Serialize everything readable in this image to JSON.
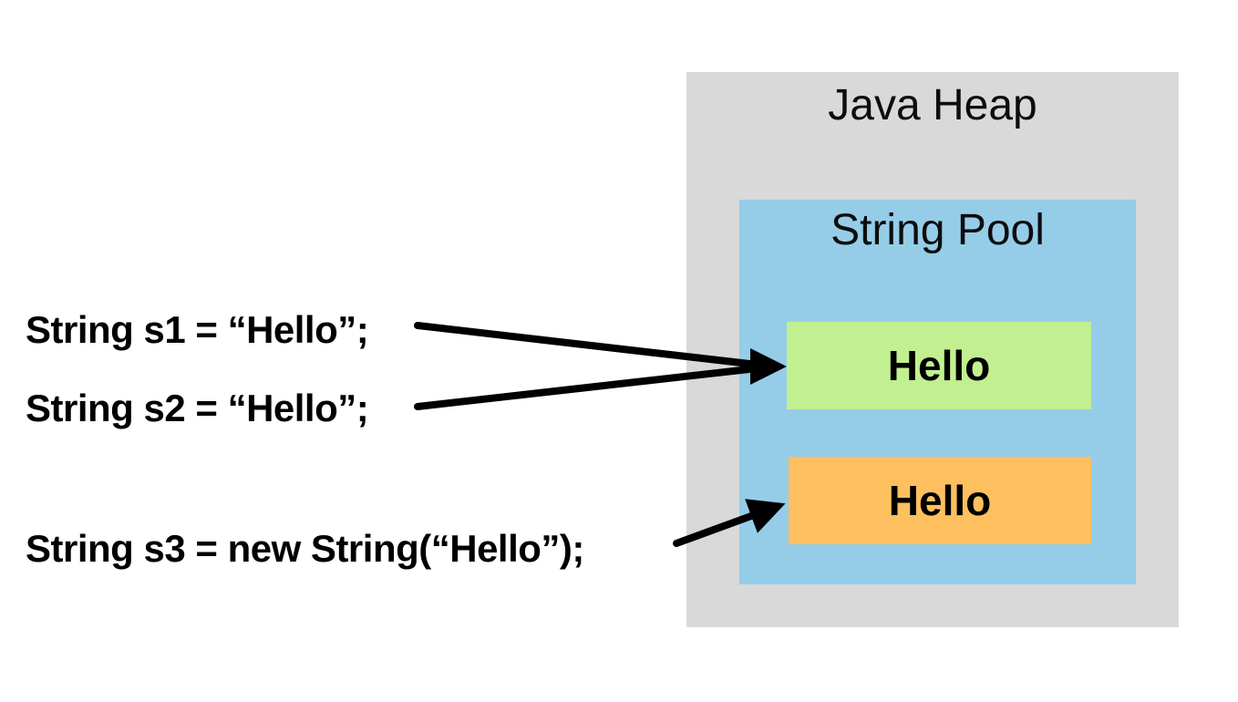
{
  "canvas": {
    "background": "#ffffff"
  },
  "code": {
    "text_color": "#000000",
    "lines": [
      {
        "id": "s1",
        "text": "String s1 = “Hello”;"
      },
      {
        "id": "s2",
        "text": "String s2 = “Hello”;"
      },
      {
        "id": "s3",
        "text": "String s3 = new String(“Hello”);"
      }
    ]
  },
  "heap": {
    "title": "Java Heap",
    "fill": "#d9d9d9"
  },
  "string_pool": {
    "title": "String Pool",
    "fill": "#95cde8",
    "objects": [
      {
        "id": "pooled-string",
        "text": "Hello",
        "fill": "#c2f090"
      },
      {
        "id": "new-string",
        "text": "Hello",
        "fill": "#fec05f"
      }
    ]
  },
  "arrows": {
    "color": "#000000",
    "references": [
      {
        "from": "s1",
        "to": "pooled-string"
      },
      {
        "from": "s2",
        "to": "pooled-string"
      },
      {
        "from": "s3",
        "to": "new-string"
      }
    ]
  }
}
